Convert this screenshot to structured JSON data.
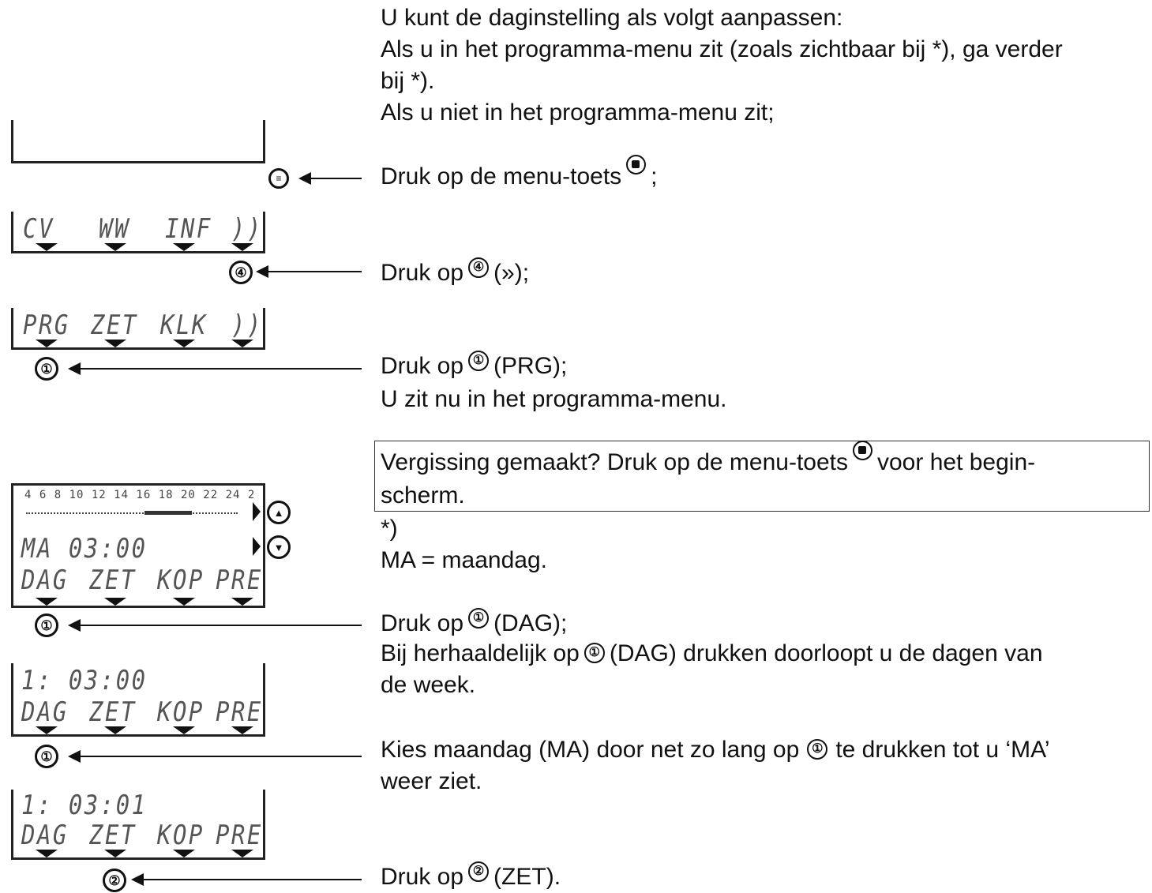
{
  "intro": {
    "line1": "U kunt de daginstelling als volgt aanpassen:",
    "line2": "Als u in het programma-menu zit (zoals zichtbaar bij *), ga verder",
    "line3": "bij *).",
    "line4": "Als u niet in het programma-menu zit;"
  },
  "steps": {
    "menu": {
      "before": "Druk op de menu-toets",
      "after": ";"
    },
    "step4": {
      "before": "Druk op",
      "button": "④",
      "after": "(»);"
    },
    "prg": {
      "before": "Druk op",
      "button": "①",
      "after": "(PRG);",
      "line2": "U zit nu in het programma-menu."
    },
    "dag": {
      "before": "Druk op",
      "button": "①",
      "after": "(DAG);",
      "line2_before": "Bij herhaaldelijk op",
      "line2_button": "①",
      "line2_after": "(DAG) drukken doorloopt u de dagen van",
      "line3": "de week."
    },
    "kies": {
      "before": "Kies maandag (MA) door net zo lang op",
      "button": "①",
      "after": "te drukken tot u ‘MA’",
      "line2": "weer ziet."
    },
    "zet": {
      "before": "Druk op",
      "button": "②",
      "after": "(ZET)."
    }
  },
  "note": {
    "line1_before": "Vergissing gemaakt? Druk op de   menu-toets",
    "line1_after": "voor het begin-",
    "line2": "scherm."
  },
  "star": {
    "marker": "*)",
    "ma_def": "MA = maandag."
  },
  "displays": {
    "menu1": {
      "labels": [
        "CV",
        "WW",
        "INF",
        "))"
      ]
    },
    "menu2": {
      "labels": [
        "PRG",
        "ZET",
        "KLK",
        "))"
      ]
    },
    "prog": {
      "time_line": "MA 03:00",
      "labels": [
        "DAG",
        "ZET",
        "KOP",
        "PRE"
      ],
      "ticks": "4 6 8 10 12 14 16 18 20 22 24 2"
    },
    "day1": {
      "time_line": "1: 03:00",
      "labels": [
        "DAG",
        "ZET",
        "KOP",
        "PRE"
      ]
    },
    "day2": {
      "time_line": "1: 03:01",
      "labels": [
        "DAG",
        "ZET",
        "KOP",
        "PRE"
      ]
    }
  },
  "buttons": {
    "four": "④",
    "one": "①",
    "two": "②",
    "up": "▲",
    "down": "▼"
  }
}
